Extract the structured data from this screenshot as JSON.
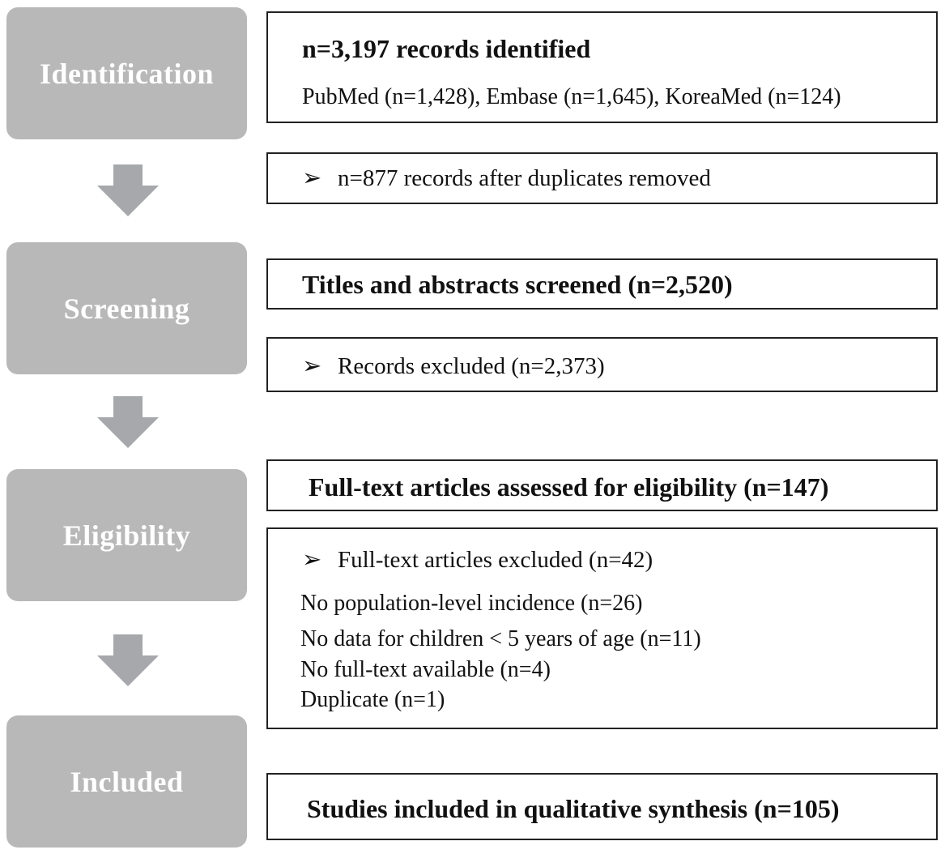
{
  "stages": {
    "identification": "Identification",
    "screening": "Screening",
    "eligibility": "Eligibility",
    "included": "Included"
  },
  "boxes": {
    "identified": {
      "title": "n=3,197 records identified",
      "detail": "PubMed (n=1,428), Embase (n=1,645), KoreaMed (n=124)"
    },
    "duplicates": "n=877 records after duplicates removed",
    "screened": "Titles and abstracts screened (n=2,520)",
    "excluded_records": "Records excluded (n=2,373)",
    "fulltext_assessed": "Full-text articles assessed for eligibility (n=147)",
    "fulltext_excluded": {
      "title": "Full-text articles excluded (n=42)",
      "reasons": [
        "No population-level incidence (n=26)",
        "No data for children < 5 years of age (n=11)",
        "No full-text available (n=4)",
        "Duplicate (n=1)"
      ]
    },
    "included": "Studies included in qualitative synthesis (n=105)"
  },
  "bullet_glyph": "➢",
  "colors": {
    "stage_fill": "#b8b8b8",
    "arrow_fill": "#a6a8ab",
    "box_border": "#222222"
  }
}
